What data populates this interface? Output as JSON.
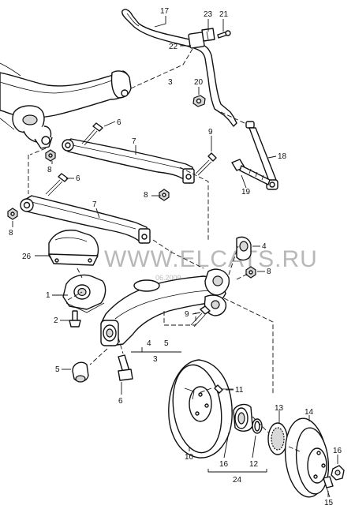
{
  "watermark": {
    "site": "WWW.ELCATS.RU",
    "date": "06.2009"
  },
  "callouts": [
    {
      "id": "c17",
      "label": "17"
    },
    {
      "id": "c23",
      "label": "23"
    },
    {
      "id": "c21",
      "label": "21"
    },
    {
      "id": "c22",
      "label": "22"
    },
    {
      "id": "c20",
      "label": "20"
    },
    {
      "id": "c3",
      "label": "3"
    },
    {
      "id": "c6a",
      "label": "6"
    },
    {
      "id": "c9a",
      "label": "9"
    },
    {
      "id": "c7a",
      "label": "7"
    },
    {
      "id": "c18",
      "label": "18"
    },
    {
      "id": "c8a",
      "label": "8"
    },
    {
      "id": "c6b",
      "label": "6"
    },
    {
      "id": "c19",
      "label": "19"
    },
    {
      "id": "c8b",
      "label": "8"
    },
    {
      "id": "c7b",
      "label": "7"
    },
    {
      "id": "c8c",
      "label": "8"
    },
    {
      "id": "c4a",
      "label": "4"
    },
    {
      "id": "c26",
      "label": "26"
    },
    {
      "id": "c8d",
      "label": "8"
    },
    {
      "id": "c1",
      "label": "1"
    },
    {
      "id": "c9b",
      "label": "9"
    },
    {
      "id": "c2",
      "label": "2"
    },
    {
      "id": "c4b",
      "label": "4"
    },
    {
      "id": "c5a",
      "label": "5"
    },
    {
      "id": "c3b",
      "label": "3"
    },
    {
      "id": "c5b",
      "label": "5"
    },
    {
      "id": "c6c",
      "label": "6"
    },
    {
      "id": "c11",
      "label": "11"
    },
    {
      "id": "c13",
      "label": "13"
    },
    {
      "id": "c14",
      "label": "14"
    },
    {
      "id": "c10",
      "label": "10"
    },
    {
      "id": "c16a",
      "label": "16"
    },
    {
      "id": "c12",
      "label": "12"
    },
    {
      "id": "c16b",
      "label": "16"
    },
    {
      "id": "c24",
      "label": "24"
    },
    {
      "id": "c15",
      "label": "15"
    }
  ]
}
